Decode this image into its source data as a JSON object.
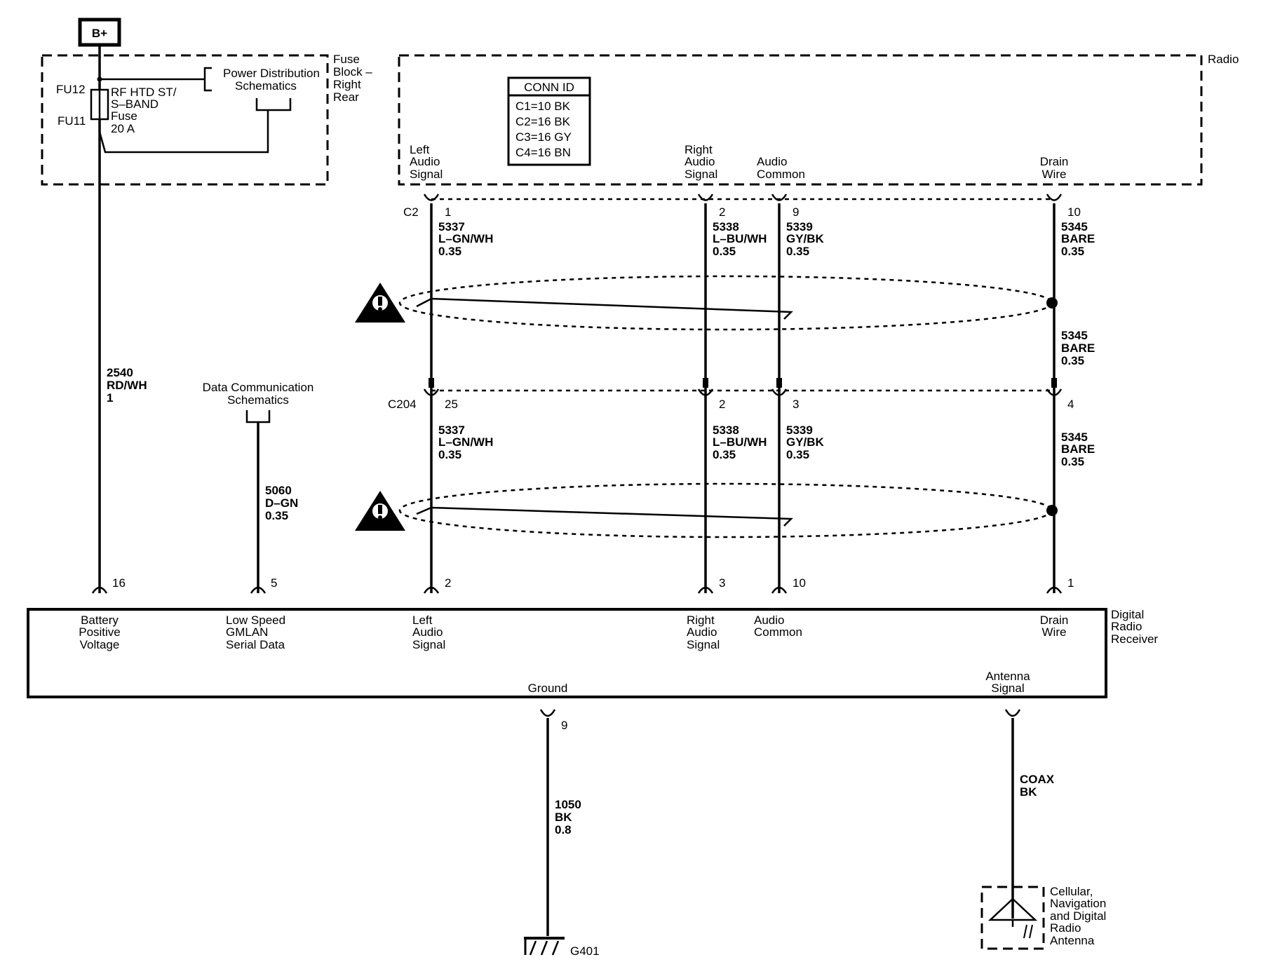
{
  "power": {
    "label": "B+"
  },
  "fuse_block": {
    "label_lines": [
      "Fuse",
      "Block –",
      "Right",
      "Rear"
    ],
    "fu12": "FU12",
    "fu11": "FU11",
    "fuse_lines": [
      "RF HTD ST/",
      "S–BAND",
      "Fuse",
      "20 A"
    ],
    "pds_lines": [
      "Power Distribution",
      "Schematics"
    ]
  },
  "radio": {
    "label": "Radio"
  },
  "conn_id": {
    "title": "CONN ID",
    "rows": [
      "C1=10 BK",
      "C2=16 BK",
      "C3=16 GY",
      "C4=16 BN"
    ]
  },
  "radio_pins": {
    "left": [
      "Left",
      "Audio",
      "Signal"
    ],
    "right": [
      "Right",
      "Audio",
      "Signal"
    ],
    "common": [
      "Audio",
      "Common"
    ],
    "drain": [
      "Drain",
      "Wire"
    ]
  },
  "c2": {
    "name": "C2",
    "pins": [
      "1",
      "2",
      "9",
      "10"
    ],
    "wires": [
      [
        "5337",
        "L–GN/WH",
        "0.35"
      ],
      [
        "5338",
        "L–BU/WH",
        "0.35"
      ],
      [
        "5339",
        "GY/BK",
        "0.35"
      ],
      [
        "5345",
        "BARE",
        "0.35"
      ]
    ]
  },
  "drain_mid": [
    "5345",
    "BARE",
    "0.35"
  ],
  "c204": {
    "name": "C204",
    "pins": [
      "25",
      "2",
      "3",
      "4"
    ],
    "wires": [
      [
        "5337",
        "L–GN/WH",
        "0.35"
      ],
      [
        "5338",
        "L–BU/WH",
        "0.35"
      ],
      [
        "5339",
        "GY/BK",
        "0.35"
      ],
      [
        "5345",
        "BARE",
        "0.35"
      ]
    ]
  },
  "battery_wire": [
    "2540",
    "RD/WH",
    "1"
  ],
  "data_comm": {
    "lines": [
      "Data Communication",
      "Schematics"
    ],
    "wire": [
      "5060",
      "D–GN",
      "0.35"
    ]
  },
  "receiver": {
    "label_lines": [
      "Digital",
      "Radio",
      "Receiver"
    ],
    "pin_numbers": [
      "16",
      "5",
      "2",
      "3",
      "10",
      "1"
    ],
    "pin_labels": [
      [
        "Battery",
        "Positive",
        "Voltage"
      ],
      [
        "Low Speed",
        "GMLAN",
        "Serial Data"
      ],
      [
        "Left",
        "Audio",
        "Signal"
      ],
      [
        "Right",
        "Audio",
        "Signal"
      ],
      [
        "Audio",
        "Common"
      ],
      [
        "Drain",
        "Wire"
      ]
    ],
    "ground_label": "Ground",
    "ground_pin": "9",
    "antenna_label": [
      "Antenna",
      "Signal"
    ]
  },
  "ground_wire": [
    "1050",
    "BK",
    "0.8"
  ],
  "ground_name": "G401",
  "coax_wire": [
    "COAX",
    "BK"
  ],
  "antenna": {
    "lines": [
      "Cellular,",
      "Navigation",
      "and Digital",
      "Radio",
      "Antenna"
    ]
  }
}
